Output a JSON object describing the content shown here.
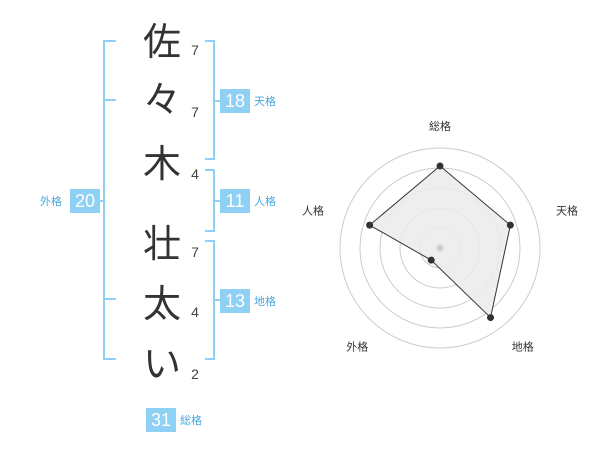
{
  "name": {
    "characters": [
      "佐",
      "々",
      "木",
      "壮",
      "太",
      "い"
    ],
    "strokes": [
      "7",
      "7",
      "4",
      "7",
      "4",
      "2"
    ]
  },
  "kaku": {
    "tenkaku": {
      "value": "18",
      "label": "天格"
    },
    "jinkaku": {
      "value": "11",
      "label": "人格"
    },
    "chikaku": {
      "value": "13",
      "label": "地格"
    },
    "gaikaku": {
      "value": "20",
      "label": "外格"
    },
    "soukaku": {
      "value": "31",
      "label": "総格"
    }
  },
  "radar": {
    "axes": [
      "総格",
      "天格",
      "地格",
      "外格",
      "人格"
    ],
    "values": [
      0.82,
      0.74,
      0.86,
      0.15,
      0.74
    ],
    "colors": {
      "ring": "#cccccc",
      "fill": "#ebebeb",
      "line": "#333333",
      "bracket": "#8fd0f5"
    }
  }
}
